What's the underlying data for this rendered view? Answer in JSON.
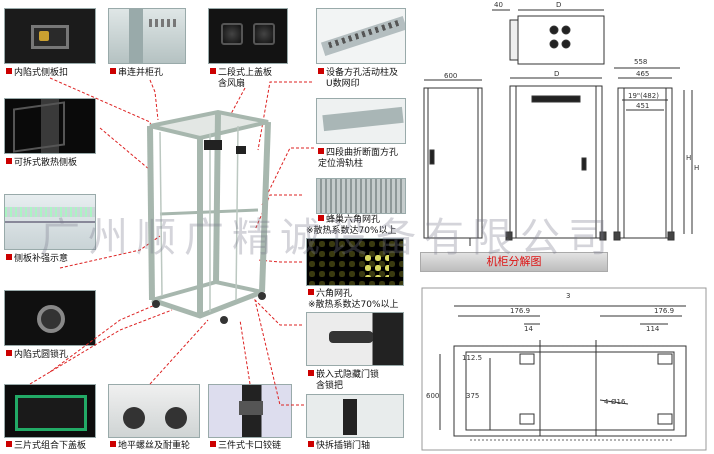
{
  "captions": {
    "c1": "内陷式侧板扣",
    "c2": "串连并柜孔",
    "c3": "二段式上盖板",
    "c3b": "含风扇",
    "c4": "设备方孔活动柱及",
    "c4b": "U数网印",
    "c5": "可拆式散热侧板",
    "c6": "四段曲折断面方孔",
    "c6b": "定位滑轨柱",
    "c7": "侧板补强示意",
    "c8": "蜂巢六角网孔",
    "c8b": "※散热系数达70%以上",
    "c9": "六角网孔",
    "c9b": "※散热系数达70%以上",
    "c10": "内陷式圆锁孔",
    "c11": "嵌入式隐藏门锁",
    "c11b": "含锁把",
    "c12": "三片式组合下盖板",
    "c13": "地平螺丝及耐重轮",
    "c14": "三件式卡口铰链",
    "c15": "快拆插销门轴"
  },
  "banner": {
    "label": "机柜分解图"
  },
  "watermark": {
    "text": "广州顺广精诚设备有限公司"
  },
  "dims": {
    "top40": "40",
    "topD": "D",
    "side600": "600",
    "frontD": "D",
    "w558": "558",
    "w465": "465",
    "w19": "19\"(482)",
    "w451": "451",
    "hH1": "H",
    "hH2": "H",
    "b3": "3",
    "b1769a": "176.9",
    "b14a": "14",
    "b1769b": "176.9",
    "b114": "114",
    "b1125": "112.5",
    "b600": "600",
    "b375": "375",
    "b4d16": "4-Ø16"
  },
  "colors": {
    "accent": "#cc0000",
    "frame": "#c9d6cf",
    "mesh": "#1a1a1a"
  }
}
